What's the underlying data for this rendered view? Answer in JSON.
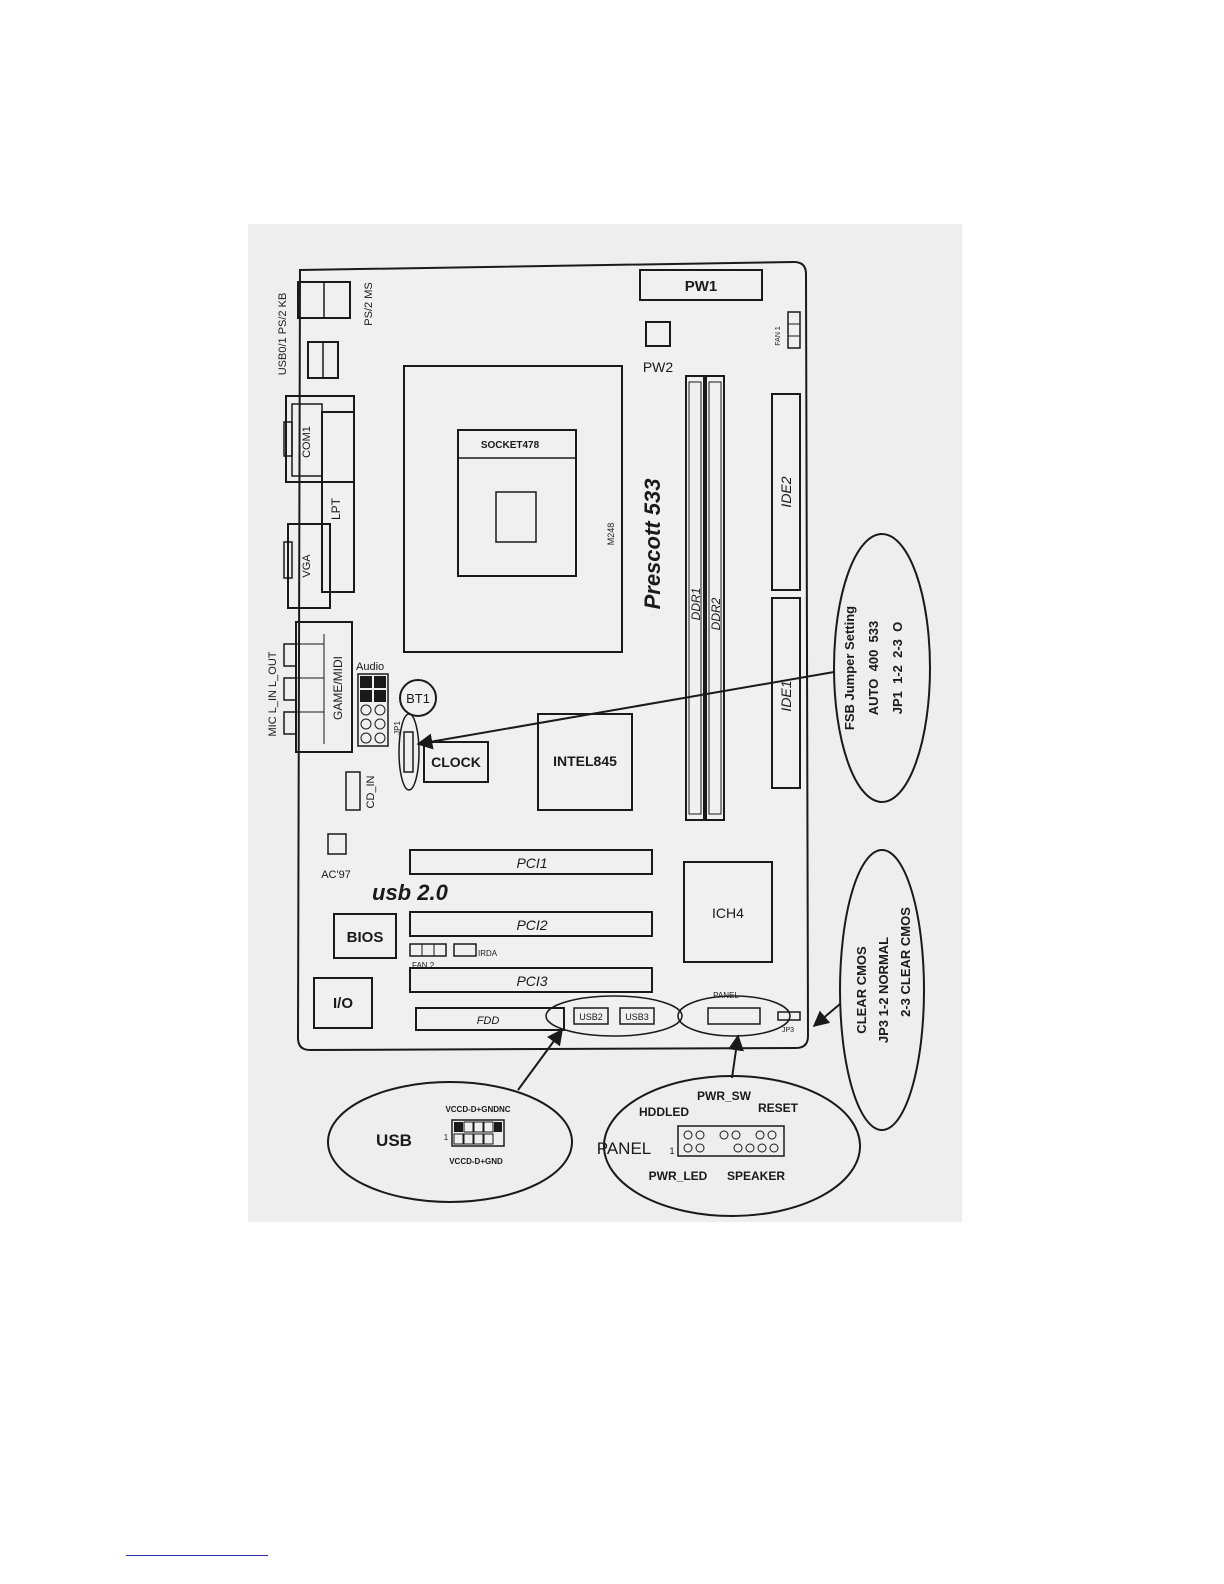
{
  "labels": {
    "pw1": "PW1",
    "pw2": "PW2",
    "fan1": "FAN 1",
    "usb01_ps2kb": "USB0/1 PS/2 KB",
    "ps2ms": "PS/2 MS",
    "com1": "COM1",
    "lpt": "LPT",
    "vga": "VGA",
    "socket": "SOCKET478",
    "m248": "M248",
    "prescott": "Prescott 533",
    "ddr1": "DDR1",
    "ddr2": "DDR2",
    "ide1": "IDE1",
    "ide2": "IDE2",
    "audio_jacks": "MIC L_IN L_OUT",
    "game_midi": "GAME/MIDI",
    "audio": "Audio",
    "bt1": "BT1",
    "jp1": "JP1",
    "clock": "CLOCK",
    "intel845": "INTEL845",
    "cd_in": "CD_IN",
    "ac97": "AC'97",
    "usb20": "usb 2.0",
    "pci1": "PCI1",
    "pci2": "PCI2",
    "pci3": "PCI3",
    "ich4": "ICH4",
    "bios": "BIOS",
    "io": "I/O",
    "fdd": "FDD",
    "usb2": "USB2",
    "usb3": "USB3",
    "panel_small": "PANEL",
    "jp3": "JP3",
    "irda": "IRDA",
    "fan2": "FAN 2",
    "usb_callout": "USB",
    "usb_pins_top": "VCCD-D+GNDNC",
    "usb_pins_bottom": "VCCD-D+GND",
    "pin1": "1",
    "panel_callout": "PANEL",
    "pwr_sw": "PWR_SW",
    "hddled": "HDDLED",
    "reset": "RESET",
    "pwr_led": "PWR_LED",
    "speaker": "SPEAKER"
  },
  "fsb_callout": {
    "title": "FSB Jumper Setting",
    "header_row": "AUTO  400  533",
    "value_row": "JP1  1-2  2-3  O"
  },
  "cmos_callout": {
    "title": "CLEAR CMOS",
    "normal": "JP3 1-2 NORMAL",
    "clear": "2-3 CLEAR CMOS"
  }
}
